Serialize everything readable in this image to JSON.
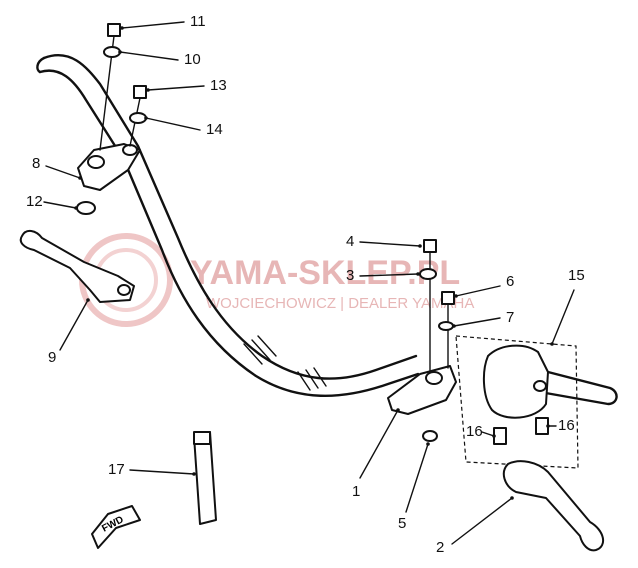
{
  "watermark": {
    "title": "YAMA-SKLEP.PL",
    "subtitle": "WOJCIECHOWICZ | DEALER YAMAHA"
  },
  "fwd_label": "FWD",
  "callouts": [
    {
      "id": "1",
      "label": "1"
    },
    {
      "id": "2",
      "label": "2"
    },
    {
      "id": "3",
      "label": "3"
    },
    {
      "id": "4",
      "label": "4"
    },
    {
      "id": "5",
      "label": "5"
    },
    {
      "id": "6",
      "label": "6"
    },
    {
      "id": "7",
      "label": "7"
    },
    {
      "id": "8",
      "label": "8"
    },
    {
      "id": "9",
      "label": "9"
    },
    {
      "id": "10",
      "label": "10"
    },
    {
      "id": "11",
      "label": "11"
    },
    {
      "id": "12",
      "label": "12"
    },
    {
      "id": "13",
      "label": "13"
    },
    {
      "id": "14",
      "label": "14"
    },
    {
      "id": "15",
      "label": "15"
    },
    {
      "id": "16a",
      "label": "16"
    },
    {
      "id": "16b",
      "label": "16"
    },
    {
      "id": "17",
      "label": "17"
    }
  ],
  "colors": {
    "line": "#111111",
    "watermark": "#e7b6b6"
  }
}
